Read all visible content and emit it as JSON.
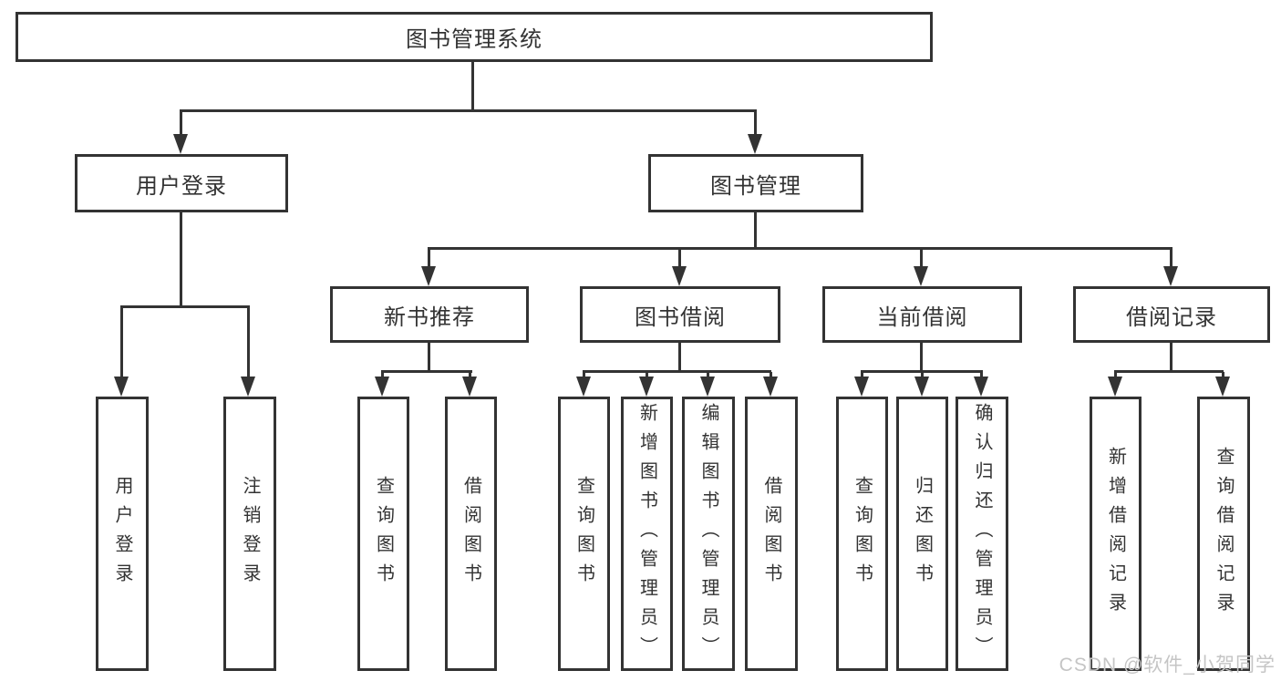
{
  "colors": {
    "line": "#333333",
    "text": "#333333",
    "watermark": "#c5c5c5",
    "background": "#ffffff"
  },
  "watermark": "CSDN @软件_小贺同学",
  "diagram": {
    "root": {
      "label": "图书管理系统"
    },
    "level2": [
      {
        "label": "用户登录"
      },
      {
        "label": "图书管理"
      }
    ],
    "level3": [
      {
        "label": "新书推荐"
      },
      {
        "label": "图书借阅"
      },
      {
        "label": "当前借阅"
      },
      {
        "label": "借阅记录"
      }
    ],
    "children": {
      "user_login": [
        "用户登录",
        "注销登录"
      ],
      "new_book_recommendation": [
        "查询图书",
        "借阅图书"
      ],
      "book_borrowing": [
        "查询图书",
        "新增图书（管理员）",
        "编辑图书（管理员）",
        "借阅图书"
      ],
      "current_borrowing": [
        "查询图书",
        "归还图书",
        "确认归还（管理员）"
      ],
      "borrowing_records": [
        "新增借阅记录",
        "查询借阅记录"
      ]
    }
  }
}
